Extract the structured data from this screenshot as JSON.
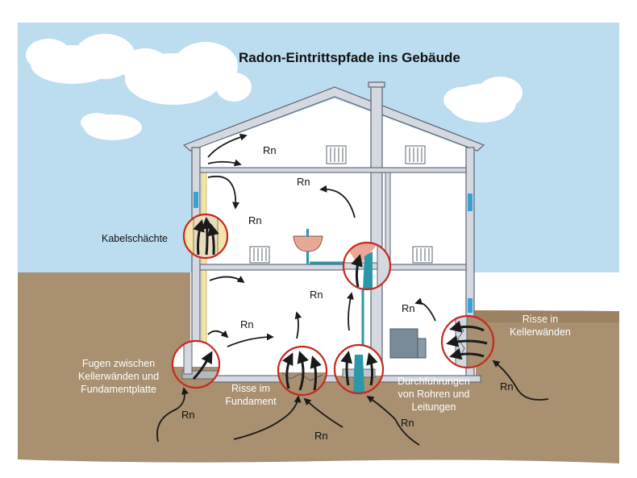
{
  "title": "Radon-Eintrittspfade ins Gebäude",
  "labels": {
    "kabel": "Kabelschächte",
    "fugen": [
      "Fugen zwischen",
      "Kellerwänden und",
      "Fundamentplatte"
    ],
    "risse_fundament": [
      "Risse im",
      "Fundament"
    ],
    "durchfuehrungen": [
      "Durchführungen",
      "von Rohren und",
      "Leitungen"
    ],
    "risse_keller": [
      "Risse in",
      "Kellerwänden"
    ]
  },
  "rn": "Rn",
  "colors": {
    "sky": "#bcdcf0",
    "ground": "#a89070",
    "wall": "#d4d8e0",
    "wall_stroke": "#5a6470",
    "circle": "#c8281e",
    "arrow": "#1a1a1a",
    "window": "#3aa0d8",
    "pipe": "#2a98a8"
  }
}
